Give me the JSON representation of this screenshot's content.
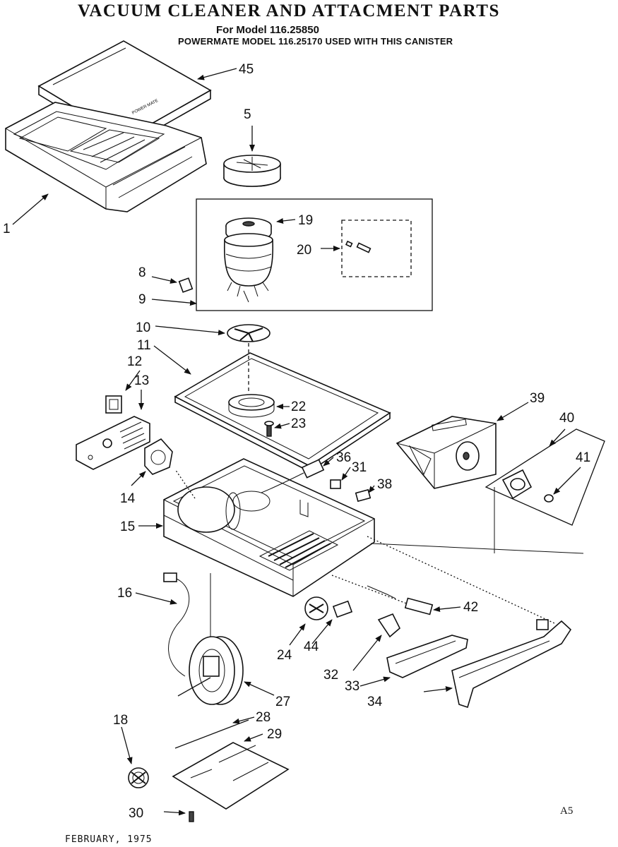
{
  "header": {
    "title": "VACUUM CLEANER AND ATTACMENT PARTS",
    "model_line": "For Model 116.25850",
    "note_line": "POWERMATE MODEL 116.25170 USED WITH THIS CANISTER"
  },
  "lid_imprint": "POWER MATE",
  "page_code": "A5",
  "footer_date": "FEBRUARY, 1975",
  "part_numbers": {
    "p1": "1",
    "p5": "5",
    "p8": "8",
    "p9": "9",
    "p10": "10",
    "p11": "11",
    "p12": "12",
    "p13": "13",
    "p14": "14",
    "p15": "15",
    "p16": "16",
    "p18": "18",
    "p19": "19",
    "p20": "20",
    "p22": "22",
    "p23": "23",
    "p24": "24",
    "p27": "27",
    "p28": "28",
    "p29": "29",
    "p30": "30",
    "p31": "31",
    "p32": "32",
    "p33": "33",
    "p34": "34",
    "p36": "36",
    "p38": "38",
    "p39": "39",
    "p40": "40",
    "p41": "41",
    "p42": "42",
    "p44": "44",
    "p45": "45"
  }
}
